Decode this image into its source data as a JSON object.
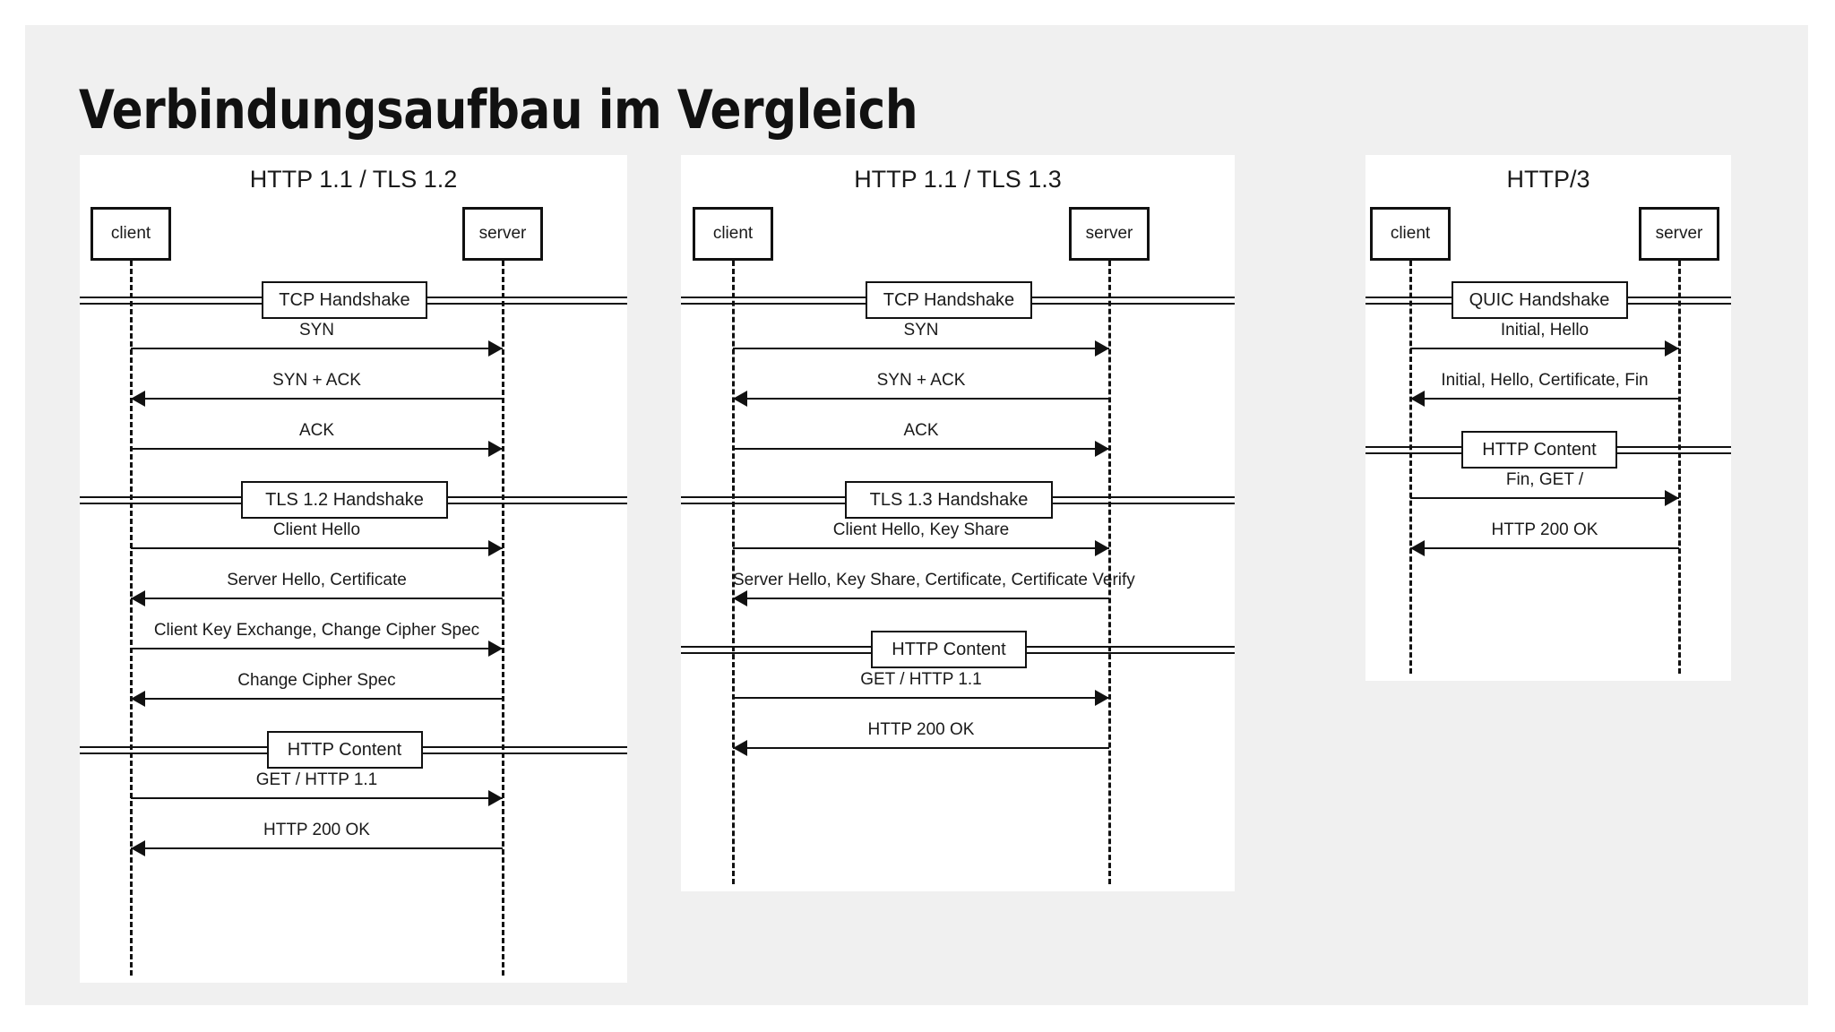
{
  "page": {
    "title": "Verbindungsaufbau im Vergleich",
    "background": "#ffffff",
    "panel_background": "#f0f0f0",
    "line_color": "#111111",
    "text_color": "#1a1a1a"
  },
  "diagrams": [
    {
      "id": "tls12",
      "title": "HTTP 1.1 / TLS 1.2",
      "actors": {
        "left": "client",
        "right": "server"
      },
      "sections": [
        {
          "label": "TCP Handshake",
          "messages": [
            {
              "text": "SYN",
              "direction": "right"
            },
            {
              "text": "SYN + ACK",
              "direction": "left"
            },
            {
              "text": "ACK",
              "direction": "right"
            }
          ]
        },
        {
          "label": "TLS 1.2 Handshake",
          "messages": [
            {
              "text": "Client Hello",
              "direction": "right"
            },
            {
              "text": "Server Hello, Certificate",
              "direction": "left"
            },
            {
              "text": "Client Key Exchange, Change Cipher Spec",
              "direction": "right"
            },
            {
              "text": "Change Cipher Spec",
              "direction": "left"
            }
          ]
        },
        {
          "label": "HTTP Content",
          "messages": [
            {
              "text": "GET / HTTP 1.1",
              "direction": "right"
            },
            {
              "text": "HTTP 200 OK",
              "direction": "left"
            }
          ]
        }
      ]
    },
    {
      "id": "tls13",
      "title": "HTTP 1.1 / TLS 1.3",
      "actors": {
        "left": "client",
        "right": "server"
      },
      "sections": [
        {
          "label": "TCP Handshake",
          "messages": [
            {
              "text": "SYN",
              "direction": "right"
            },
            {
              "text": "SYN + ACK",
              "direction": "left"
            },
            {
              "text": "ACK",
              "direction": "right"
            }
          ]
        },
        {
          "label": "TLS 1.3 Handshake",
          "messages": [
            {
              "text": "Client Hello, Key Share",
              "direction": "right"
            },
            {
              "text": "Server Hello, Key Share, Certificate, Certificate Verify",
              "direction": "left"
            }
          ]
        },
        {
          "label": "HTTP Content",
          "messages": [
            {
              "text": "GET / HTTP 1.1",
              "direction": "right"
            },
            {
              "text": "HTTP 200 OK",
              "direction": "left"
            }
          ]
        }
      ]
    },
    {
      "id": "http3",
      "title": "HTTP/3",
      "actors": {
        "left": "client",
        "right": "server"
      },
      "sections": [
        {
          "label": "QUIC Handshake",
          "messages": [
            {
              "text": "Initial, Hello",
              "direction": "right"
            },
            {
              "text": "Initial, Hello, Certificate, Fin",
              "direction": "left"
            }
          ]
        },
        {
          "label": "HTTP Content",
          "messages": [
            {
              "text": "Fin, GET /",
              "direction": "right"
            },
            {
              "text": "HTTP 200 OK",
              "direction": "left"
            }
          ]
        }
      ]
    }
  ]
}
